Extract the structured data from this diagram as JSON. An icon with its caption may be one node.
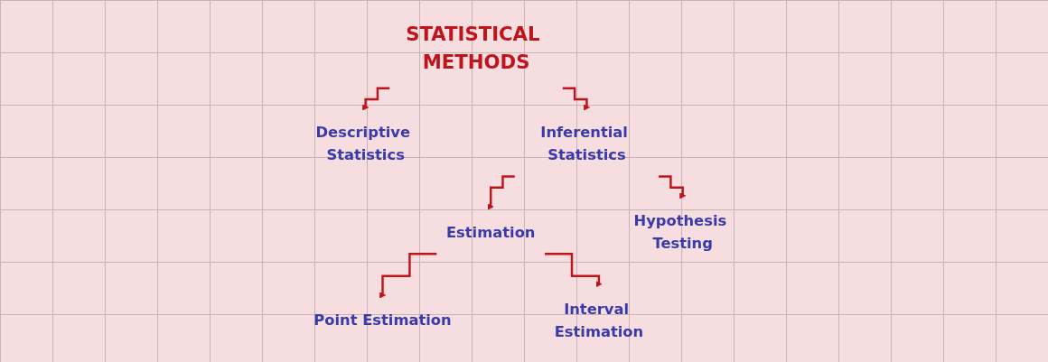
{
  "diagram": {
    "nodes": [
      {
        "text": [
          "STATISTICAL METHODS"
        ]
      },
      {
        "text": [
          "Descriptive Statistics"
        ]
      },
      {
        "text": [
          "Inferential Statistics"
        ]
      },
      {
        "text": [
          "Estimation"
        ]
      },
      {
        "text": [
          "Hypothesis Testing"
        ]
      },
      {
        "text": [
          "Point Estimation"
        ]
      },
      {
        "text": [
          "Interval Estimation"
        ]
      }
    ],
    "edges": [
      {
        "from": 0,
        "to": 1,
        "arrow": "to"
      },
      {
        "from": 0,
        "to": 2,
        "arrow": "to"
      },
      {
        "from": 2,
        "to": 3,
        "arrow": "to"
      },
      {
        "from": 2,
        "to": 4,
        "arrow": "to"
      },
      {
        "from": 3,
        "to": 5,
        "arrow": "to"
      },
      {
        "from": 3,
        "to": 6,
        "arrow": "to"
      }
    ]
  }
}
